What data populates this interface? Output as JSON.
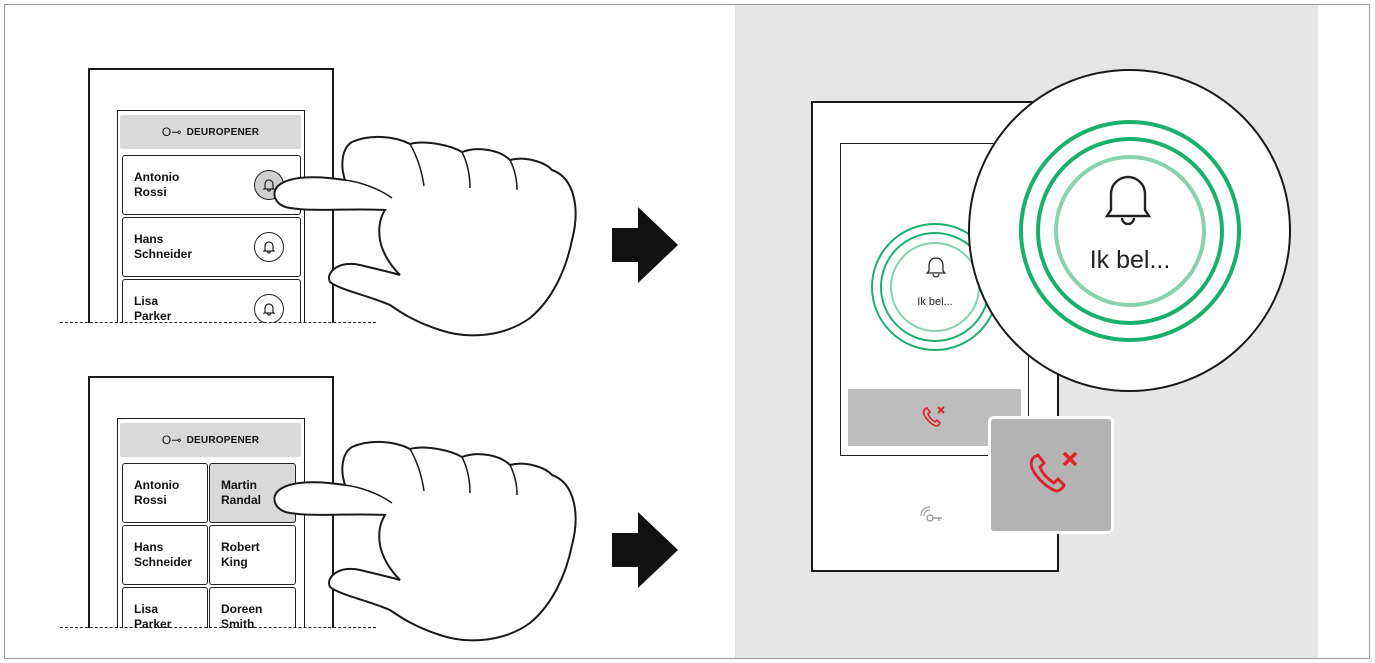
{
  "upper_panel": {
    "opener_label": "DEUROPENER",
    "residents": [
      {
        "name": "Antonio\nRossi"
      },
      {
        "name": "Hans\nSchneider"
      },
      {
        "name": "Lisa\nParker"
      }
    ]
  },
  "lower_panel": {
    "opener_label": "DEUROPENER",
    "residents": [
      {
        "name": "Antonio\nRossi"
      },
      {
        "name": "Martin\nRandal"
      },
      {
        "name": "Hans\nSchneider"
      },
      {
        "name": "Robert\nKing"
      },
      {
        "name": "Lisa\nParker"
      },
      {
        "name": "Doreen\nSmith"
      }
    ]
  },
  "call_screen": {
    "status_small": "Ik bel...",
    "status_zoomed": "Ik bel..."
  },
  "colors": {
    "ring_dark": "#19b06e",
    "ring_light": "#86d3ae",
    "hangup_icon": "#e0202a",
    "right_background": "#e6e6e6",
    "button_fill": "#d9d9d9"
  },
  "icons": [
    "key-icon",
    "bell-icon",
    "pointing-hand-icon",
    "arrow-right-icon",
    "hangup-phone-icon",
    "door-opener-icon"
  ]
}
